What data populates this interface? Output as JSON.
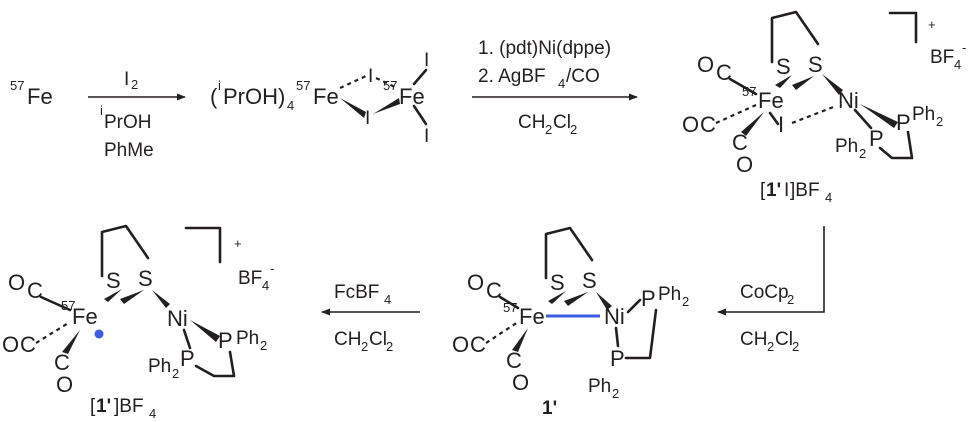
{
  "colors": {
    "ink": "#231f20",
    "fe_ni_bond": "#3c5de6",
    "radical_dot": "#3c5de6"
  },
  "atoms": {
    "Fe": "Fe",
    "Ni": "Ni",
    "S": "S",
    "P": "P",
    "I": "I",
    "CO_C": "C",
    "CO_O": "O",
    "Ph2": "Ph",
    "sub2": "2",
    "iso57": "57",
    "plus": "+",
    "minus": "-"
  },
  "reactions": [
    {
      "step": 1,
      "reagent_above": "I",
      "reagent_above_sub": "2",
      "conditions_below": [
        {
          "sup": "i",
          "text": "PrOH"
        },
        {
          "sup": "",
          "text": "PhMe"
        }
      ]
    },
    {
      "step": 2,
      "reagents_above": [
        "1. (pdt)Ni(dppe)",
        "2. AgBF"
      ],
      "reagent2_sub": "4",
      "reagent2_tail": "/CO",
      "solvent_below": "CH",
      "solvent_sub1": "2",
      "solvent_mid": "Cl",
      "solvent_sub2": "2"
    },
    {
      "step": 3,
      "reagent_above": "CoCp",
      "reagent_above_sub": "2",
      "solvent_below": "CH",
      "solvent_sub1": "2",
      "solvent_mid": "Cl",
      "solvent_sub2": "2"
    },
    {
      "step": 4,
      "reagent_above": "FcBF",
      "reagent_above_sub": "4",
      "solvent_below": "CH",
      "solvent_sub1": "2",
      "solvent_mid": "Cl",
      "solvent_sub2": "2"
    }
  ],
  "species": {
    "start": {
      "iso": "57",
      "text": "Fe"
    },
    "diiron": {
      "prefix": "(",
      "sup": "i",
      "text": "PrOH)",
      "sub": "4",
      "iso": "57"
    },
    "complex_1I": {
      "label_bold": "1'",
      "label_mid": "I",
      "label_tail": "]BF",
      "label_sub": "4",
      "counter": "BF",
      "counter_sub": "4"
    },
    "complex_1prime": {
      "label_bold": "1'"
    },
    "complex_1prime_ox": {
      "label_bold": "1'",
      "label_tail": "]BF",
      "label_sub": "4",
      "counter": "BF",
      "counter_sub": "4"
    }
  }
}
